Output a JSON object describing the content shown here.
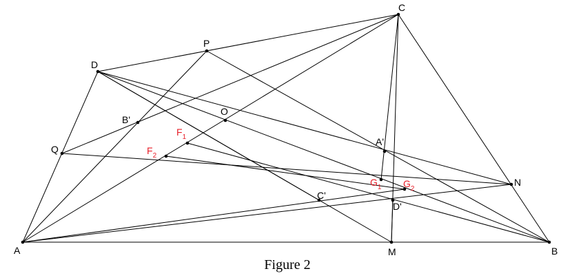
{
  "figure": {
    "caption": "Figure 2",
    "line_color": "#000000",
    "accent_color": "#e8202a"
  },
  "points": {
    "A": {
      "label": "A"
    },
    "B": {
      "label": "B"
    },
    "C": {
      "label": "C"
    },
    "D": {
      "label": "D"
    },
    "P": {
      "label": "P"
    },
    "Q": {
      "label": "Q"
    },
    "O": {
      "label": "O"
    },
    "M": {
      "label": "M"
    },
    "N": {
      "label": "N"
    },
    "A1": {
      "label": "A'"
    },
    "B1": {
      "label": "B'"
    },
    "C1": {
      "label": "C'"
    },
    "D1": {
      "label": "D'"
    },
    "F1": {
      "label": "F",
      "sub": "1"
    },
    "F2": {
      "label": "F",
      "sub": "2"
    },
    "G1": {
      "label": "G",
      "sub": "1"
    },
    "G2": {
      "label": "G",
      "sub": "2"
    }
  }
}
